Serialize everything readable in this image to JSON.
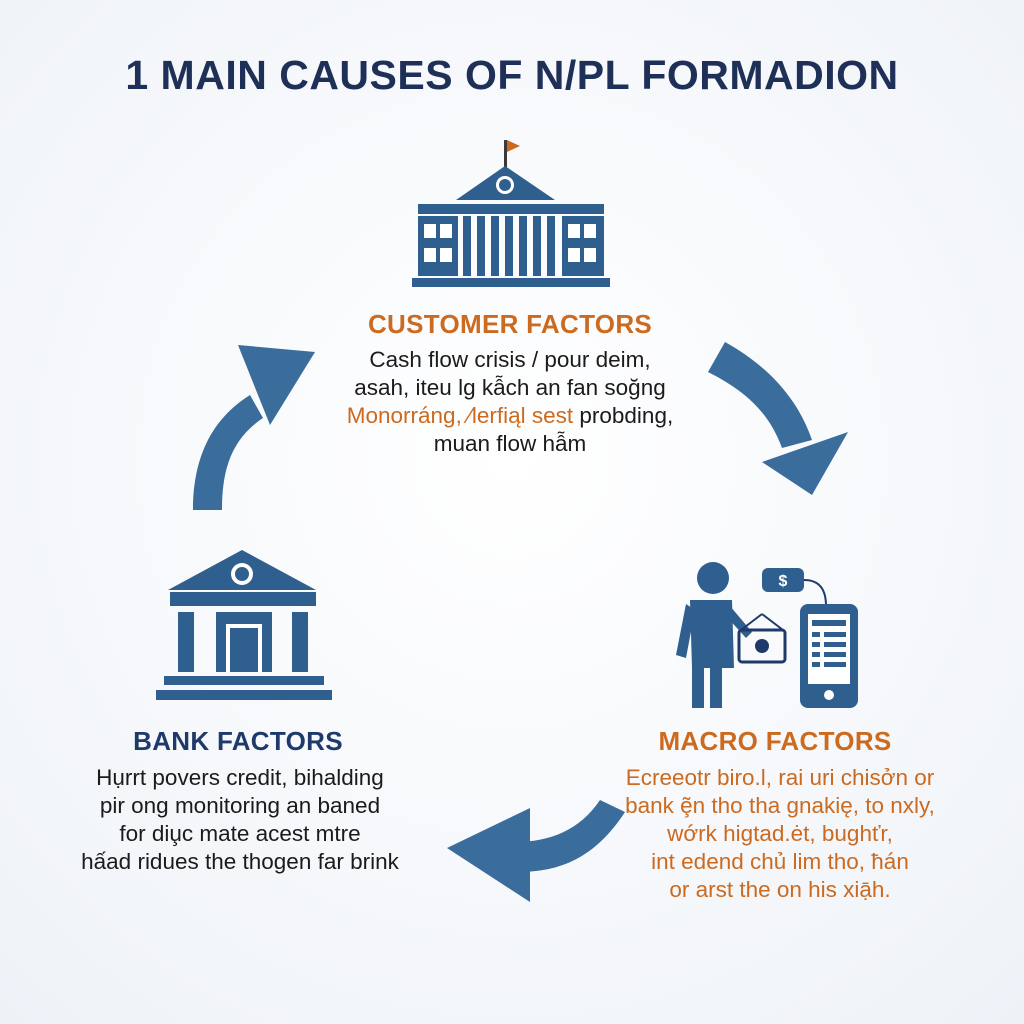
{
  "title": "1 MAIN CAUSES OF N/PL FORMADION",
  "colors": {
    "navy": "#1e3057",
    "blue": "#3a6c9c",
    "icon_blue": "#2f5f8f",
    "orange": "#cc6a1f",
    "text": "#1b1b1b"
  },
  "nodes": {
    "customer": {
      "heading": "CUSTOMER FACTORS",
      "icon": "bank-building-icon",
      "lines": [
        "Cash flow crisis / pour deim,",
        "asah, iteu lg kẫch an fan soğng",
        "Monorráng, ⁄lerfiąl sest",
        "probding,",
        "muan flow hẫm"
      ]
    },
    "bank": {
      "heading": "BANK FACTORS",
      "icon": "bank-icon",
      "lines": [
        "Hụrrt povers credit, bihalding",
        "pir ong monitoring an baned",
        "for diu̧c mate acest mtre",
        "hấad ridues the thogen far brink"
      ]
    },
    "macro": {
      "heading": "MACRO FACTORS",
      "icon": "person-money-phone-icon",
      "lines": [
        "Ecreeotr biro.l, rai uri chisởn or",
        "bank ȩ̃n tho tha gnakię, to nxly,",
        "wớrk higtad.ėt, bughťr,",
        "int edend chủ lim tho, ħán",
        "or arst the on his xiạ̄h."
      ]
    }
  },
  "arrows": [
    {
      "from": "customer",
      "to": "macro",
      "icon": "curved-arrow-icon"
    },
    {
      "from": "macro",
      "to": "bank",
      "icon": "curved-arrow-icon"
    },
    {
      "from": "bank",
      "to": "customer",
      "icon": "curved-arrow-icon"
    }
  ]
}
